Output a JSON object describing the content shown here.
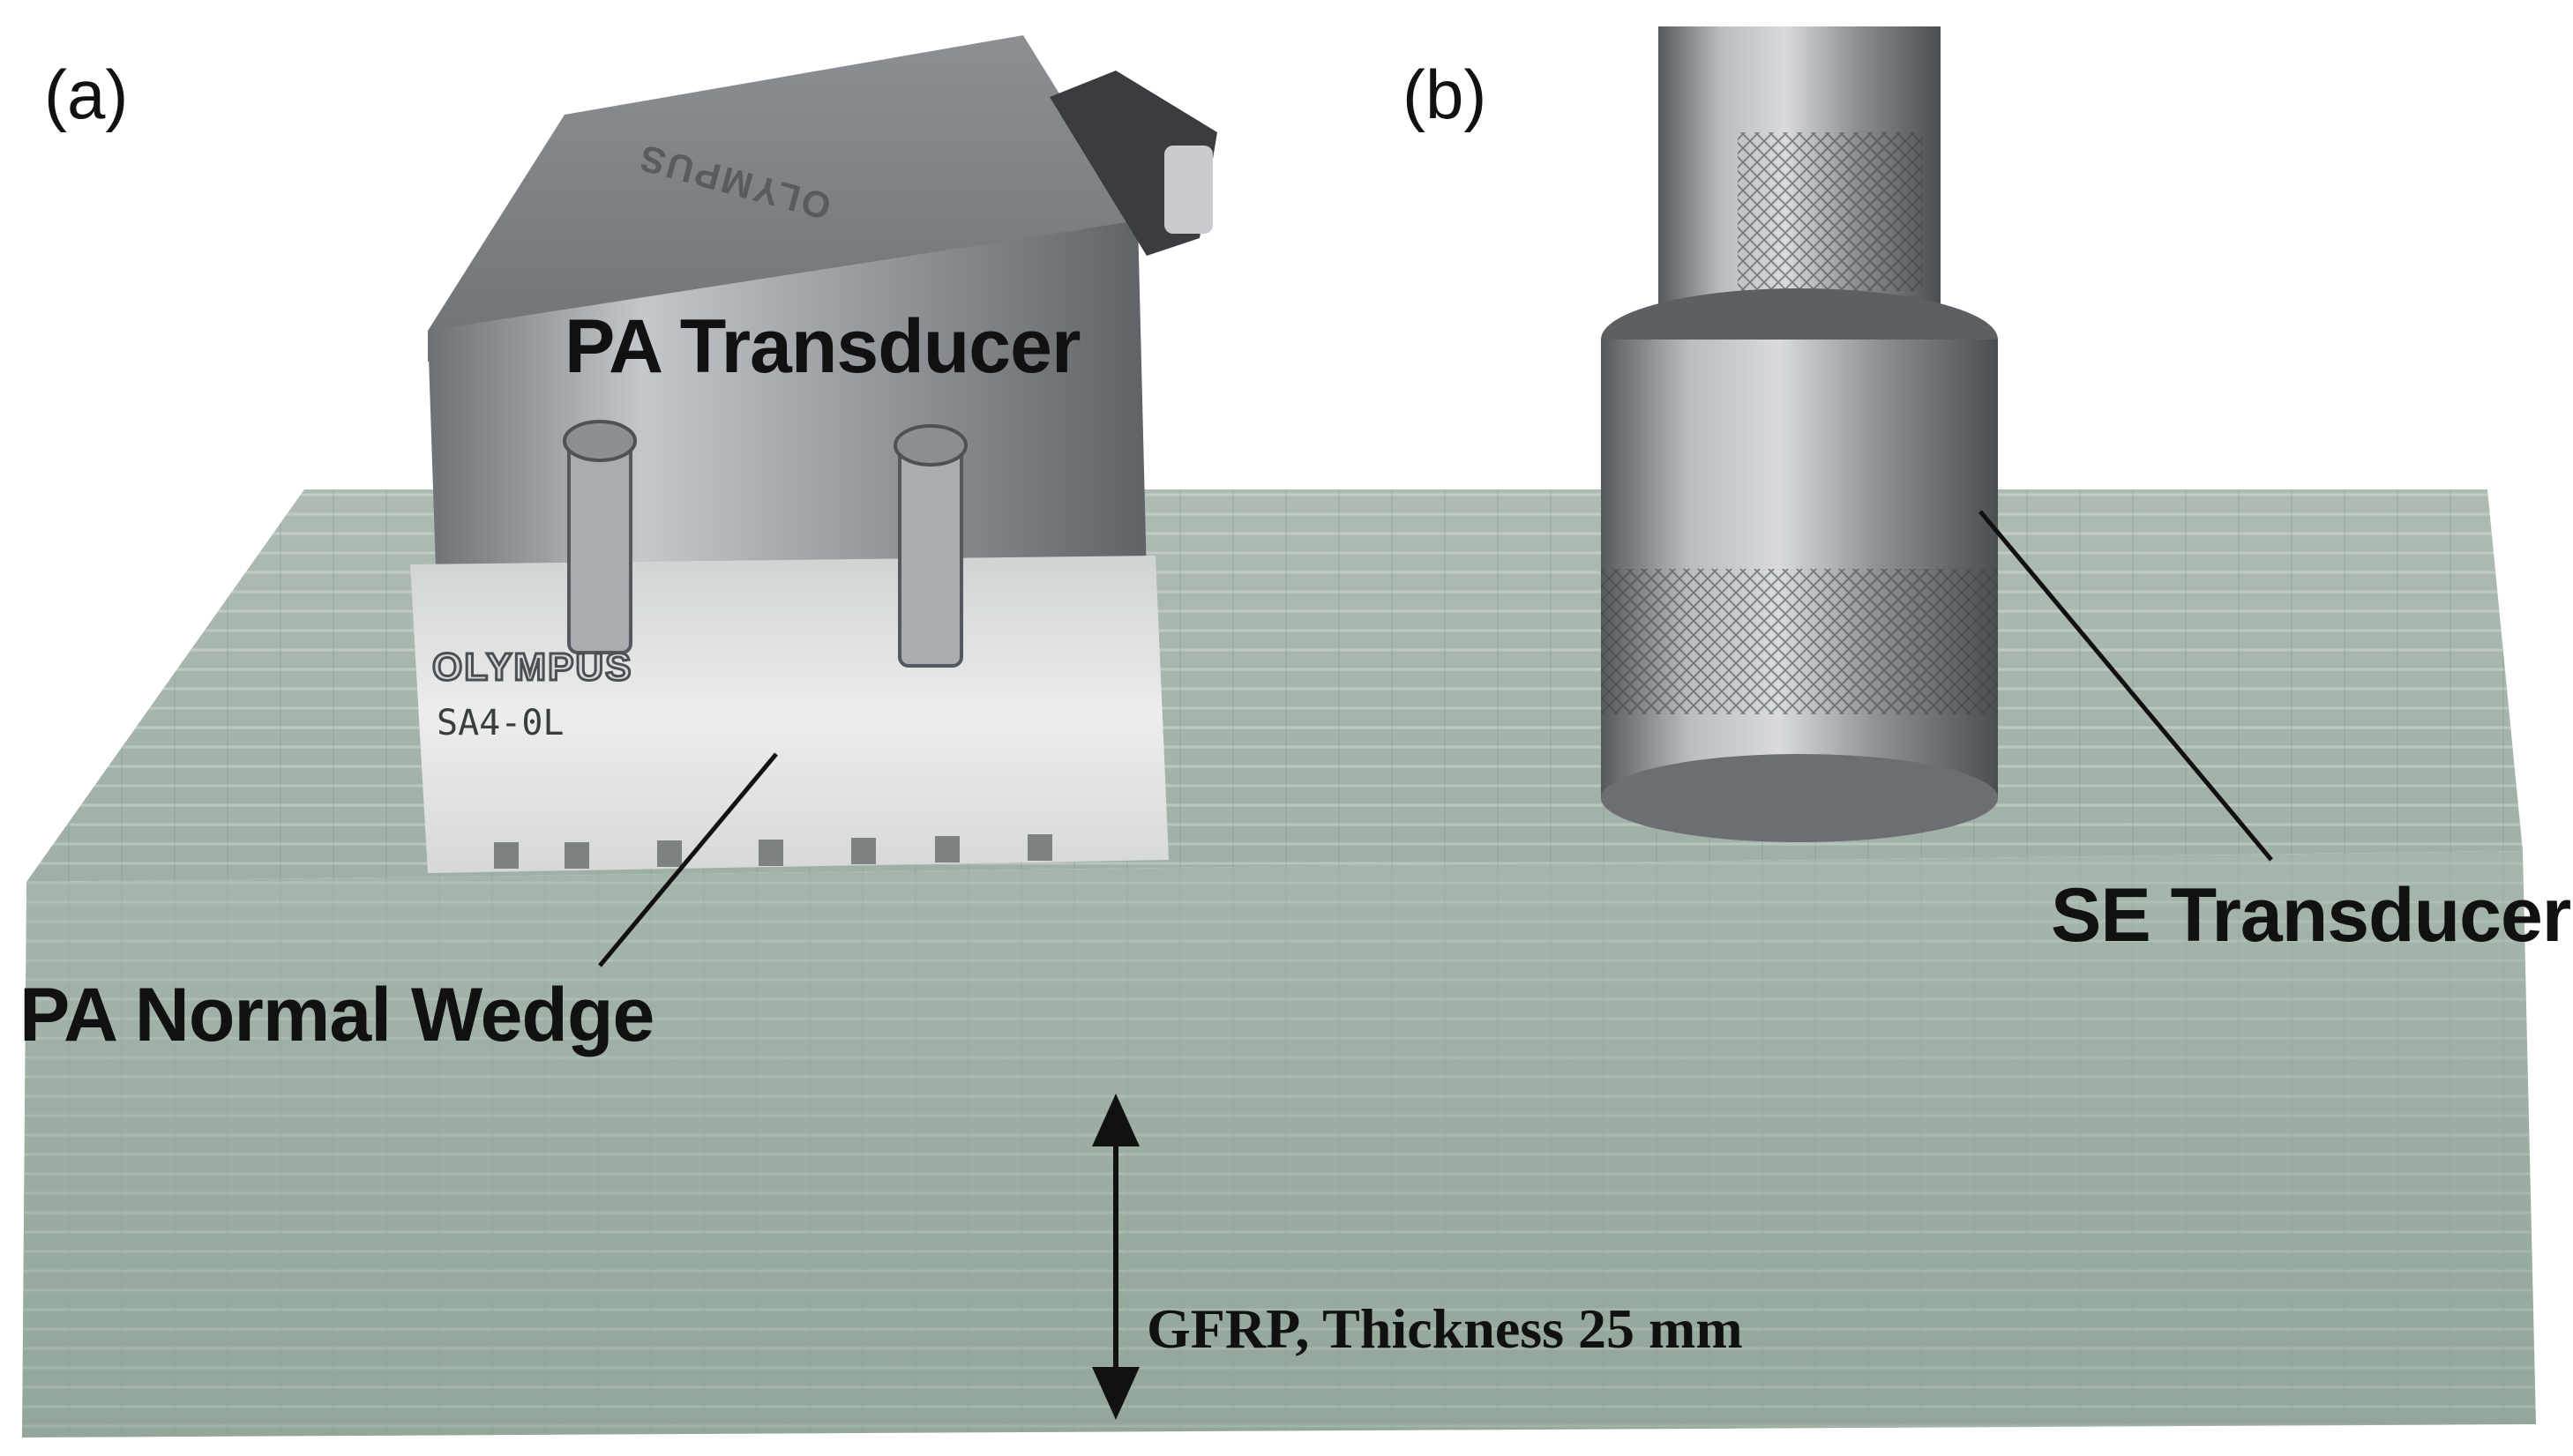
{
  "panels": {
    "a": "(a)",
    "b": "(b)"
  },
  "callouts": {
    "pa_transducer": "PA Transducer",
    "pa_normal_wedge": "PA Normal Wedge",
    "se_transducer": "SE Transducer",
    "thickness": "GFRP, Thickness 25 mm"
  },
  "engravings": {
    "wedge_brand": "OLYMPUS",
    "wedge_model": "SA4-0L",
    "transducer_brand": "OLYMPUS"
  },
  "colors": {
    "background": "#ffffff",
    "gfrp_plate": "#b9c7bf",
    "gfrp_texture": "#8ea398",
    "steel": "#8e9196",
    "wedge": "#e6e7e6",
    "text": "#111111"
  }
}
